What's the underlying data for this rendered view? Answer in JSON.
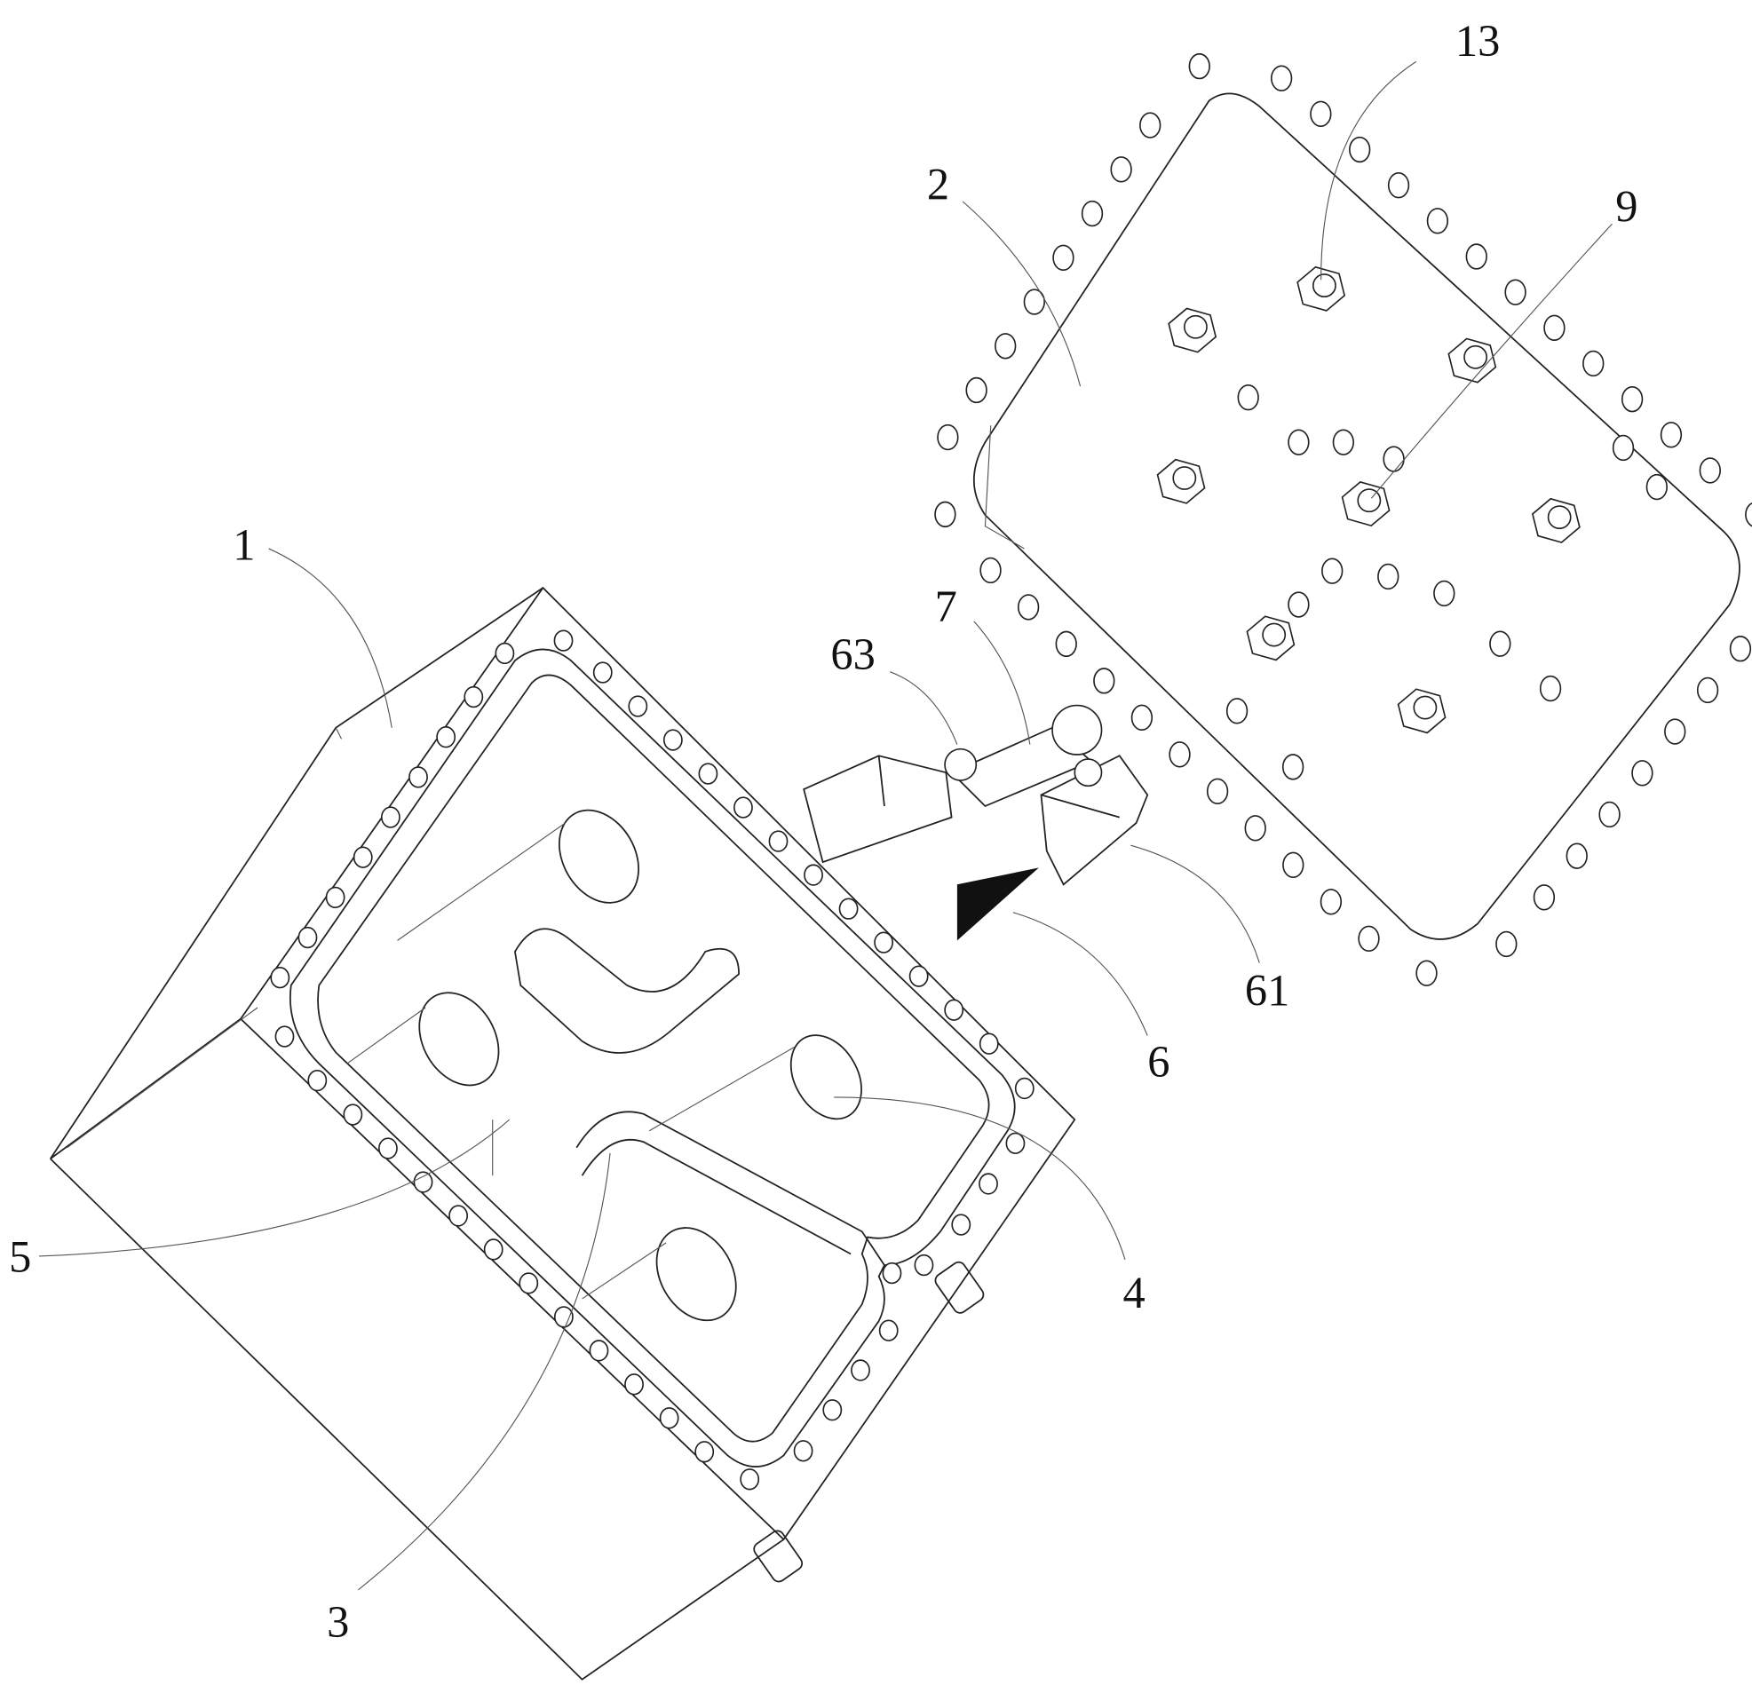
{
  "figure": {
    "labels": {
      "l13": "13",
      "l2": "2",
      "l9": "9",
      "l1": "1",
      "l63": "63",
      "l7": "7",
      "l61": "61",
      "l6": "6",
      "l5": "5",
      "l4": "4",
      "l3": "3"
    }
  }
}
